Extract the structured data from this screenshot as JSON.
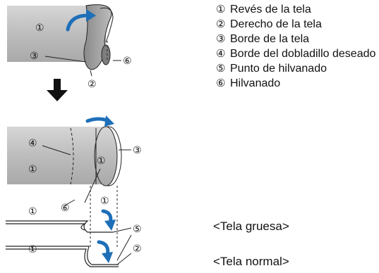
{
  "legend": {
    "items": [
      {
        "marker": "①",
        "text": "Revés de la tela"
      },
      {
        "marker": "②",
        "text": "Derecho de la tela"
      },
      {
        "marker": "③",
        "text": "Borde de la tela"
      },
      {
        "marker": "④",
        "text": "Borde del dobladillo deseado"
      },
      {
        "marker": "⑤",
        "text": "Punto de hilvanado"
      },
      {
        "marker": "⑥",
        "text": "Hilvanado"
      }
    ]
  },
  "diagram_markers": {
    "top_1": "①",
    "top_3": "③",
    "top_2": "②",
    "top_6": "⑥",
    "mid_4": "④",
    "mid_1a": "①",
    "mid_1b": "①",
    "mid_3": "③",
    "mid_6": "⑥",
    "mid_1c": "①",
    "thick_1": "①",
    "thick_5": "⑤",
    "normal_1": "①",
    "normal_2": "②"
  },
  "captions": {
    "thick": "<Tela gruesa>",
    "normal": "<Tela normal>"
  },
  "colors": {
    "fabric": "#c9c9c9",
    "fabric_dark": "#9a9a9a",
    "arrow_blue": "#1e6fb8",
    "outline": "#222222"
  }
}
